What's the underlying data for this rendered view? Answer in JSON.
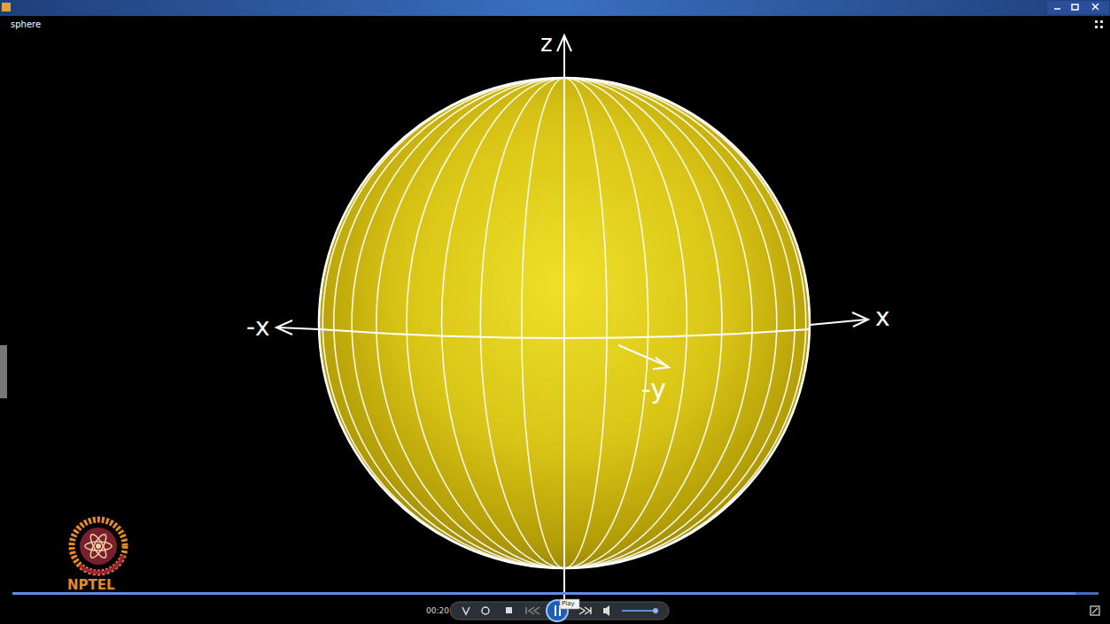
{
  "diagram": {
    "labels": [
      "sphere",
      "z",
      "-x",
      "x",
      "-y",
      "NPTEL",
      "00:20",
      "Play"
    ]
  }
}
